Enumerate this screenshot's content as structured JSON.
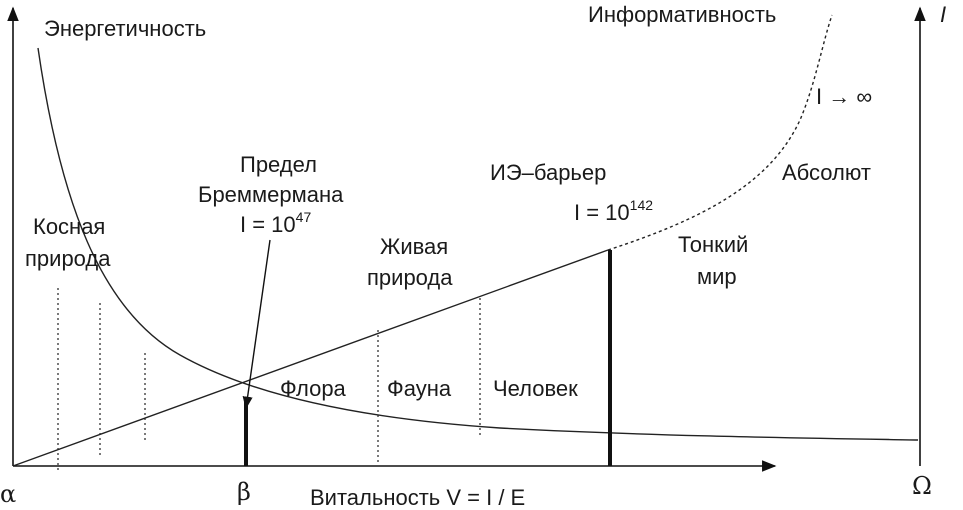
{
  "labels": {
    "energy": "Энергетичность",
    "informativity": "Информативность",
    "i_axis": "I",
    "i_infinity": "I → ∞",
    "absolute": "Абсолют",
    "inert_nature_1": "Косная",
    "inert_nature_2": "природа",
    "bremermann_1": "Предел",
    "bremermann_2": "Бреммермана",
    "bremermann_3_base": "I = 10",
    "bremermann_3_exp": "47",
    "ie_barrier_1": "ИЭ–барьер",
    "ie_barrier_2_base": "I = 10",
    "ie_barrier_2_exp": "142",
    "living_nature_1": "Живая",
    "living_nature_2": "природа",
    "subtle_world_1": "Тонкий",
    "subtle_world_2": "мир",
    "flora": "Флора",
    "fauna": "Фауна",
    "human": "Человек",
    "alpha": "α",
    "beta": "β",
    "omega": "Ω",
    "vitality": "Витальность V = I / E"
  },
  "colors": {
    "ink": "#1a1a1a",
    "background": "#ffffff"
  }
}
